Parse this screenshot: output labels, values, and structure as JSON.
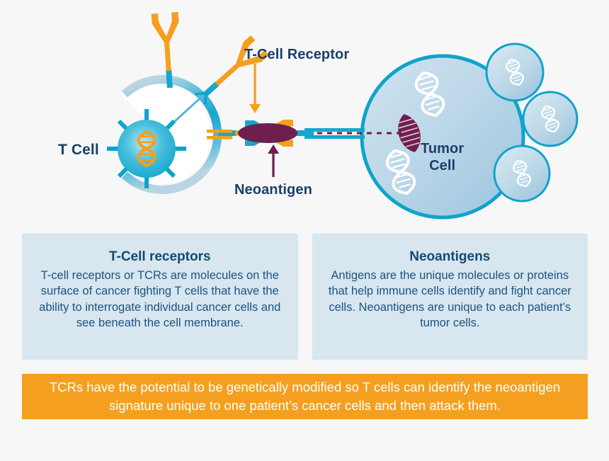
{
  "background_color": "#f7f7f7",
  "colors": {
    "teal": "#15a7ce",
    "teal_dark": "#0b93bd",
    "orange": "#f59f20",
    "navy": "#1b3f6b",
    "panel_bg": "#d8e6ef",
    "panel_text": "#1b5481",
    "maroon": "#6e1f4e",
    "white": "#ffffff"
  },
  "diagram": {
    "labels": {
      "t_cell": "T Cell",
      "t_cell_receptor": "T-Cell Receptor",
      "neoantigen": "Neoantigen",
      "tumor_cell_line1": "Tumor",
      "tumor_cell_line2": "Cell"
    },
    "icons": {
      "t_cell_nucleus": "dna-helix-icon",
      "tumor_nucleus": "dna-helix-icon",
      "receptor": "y-shaped-receptor-icon",
      "neoantigen_marker": "ellipse-antigen-icon",
      "tcr_pointer": "down-arrow-icon",
      "neoantigen_pointer": "up-arrow-icon",
      "interrogation_arrow": "diagonal-arrow-icon",
      "satellite_cell": "tumor-cell-bubble-icon"
    }
  },
  "panels": [
    {
      "title": "T-Cell receptors",
      "body": "T-cell receptors or TCRs are molecules on the surface of cancer fighting T cells that have the ability to interrogate individual cancer cells and see beneath the cell membrane."
    },
    {
      "title": "Neoantigens",
      "body": "Antigens are the unique molecules or proteins that help immune cells identify and fight cancer cells. Neoantigens are unique to each patient’s tumor cells."
    }
  ],
  "banner": {
    "text": "TCRs have the potential to be genetically modified so T cells can identify the neoantigen signature unique to one patient’s cancer cells and then attack them."
  }
}
